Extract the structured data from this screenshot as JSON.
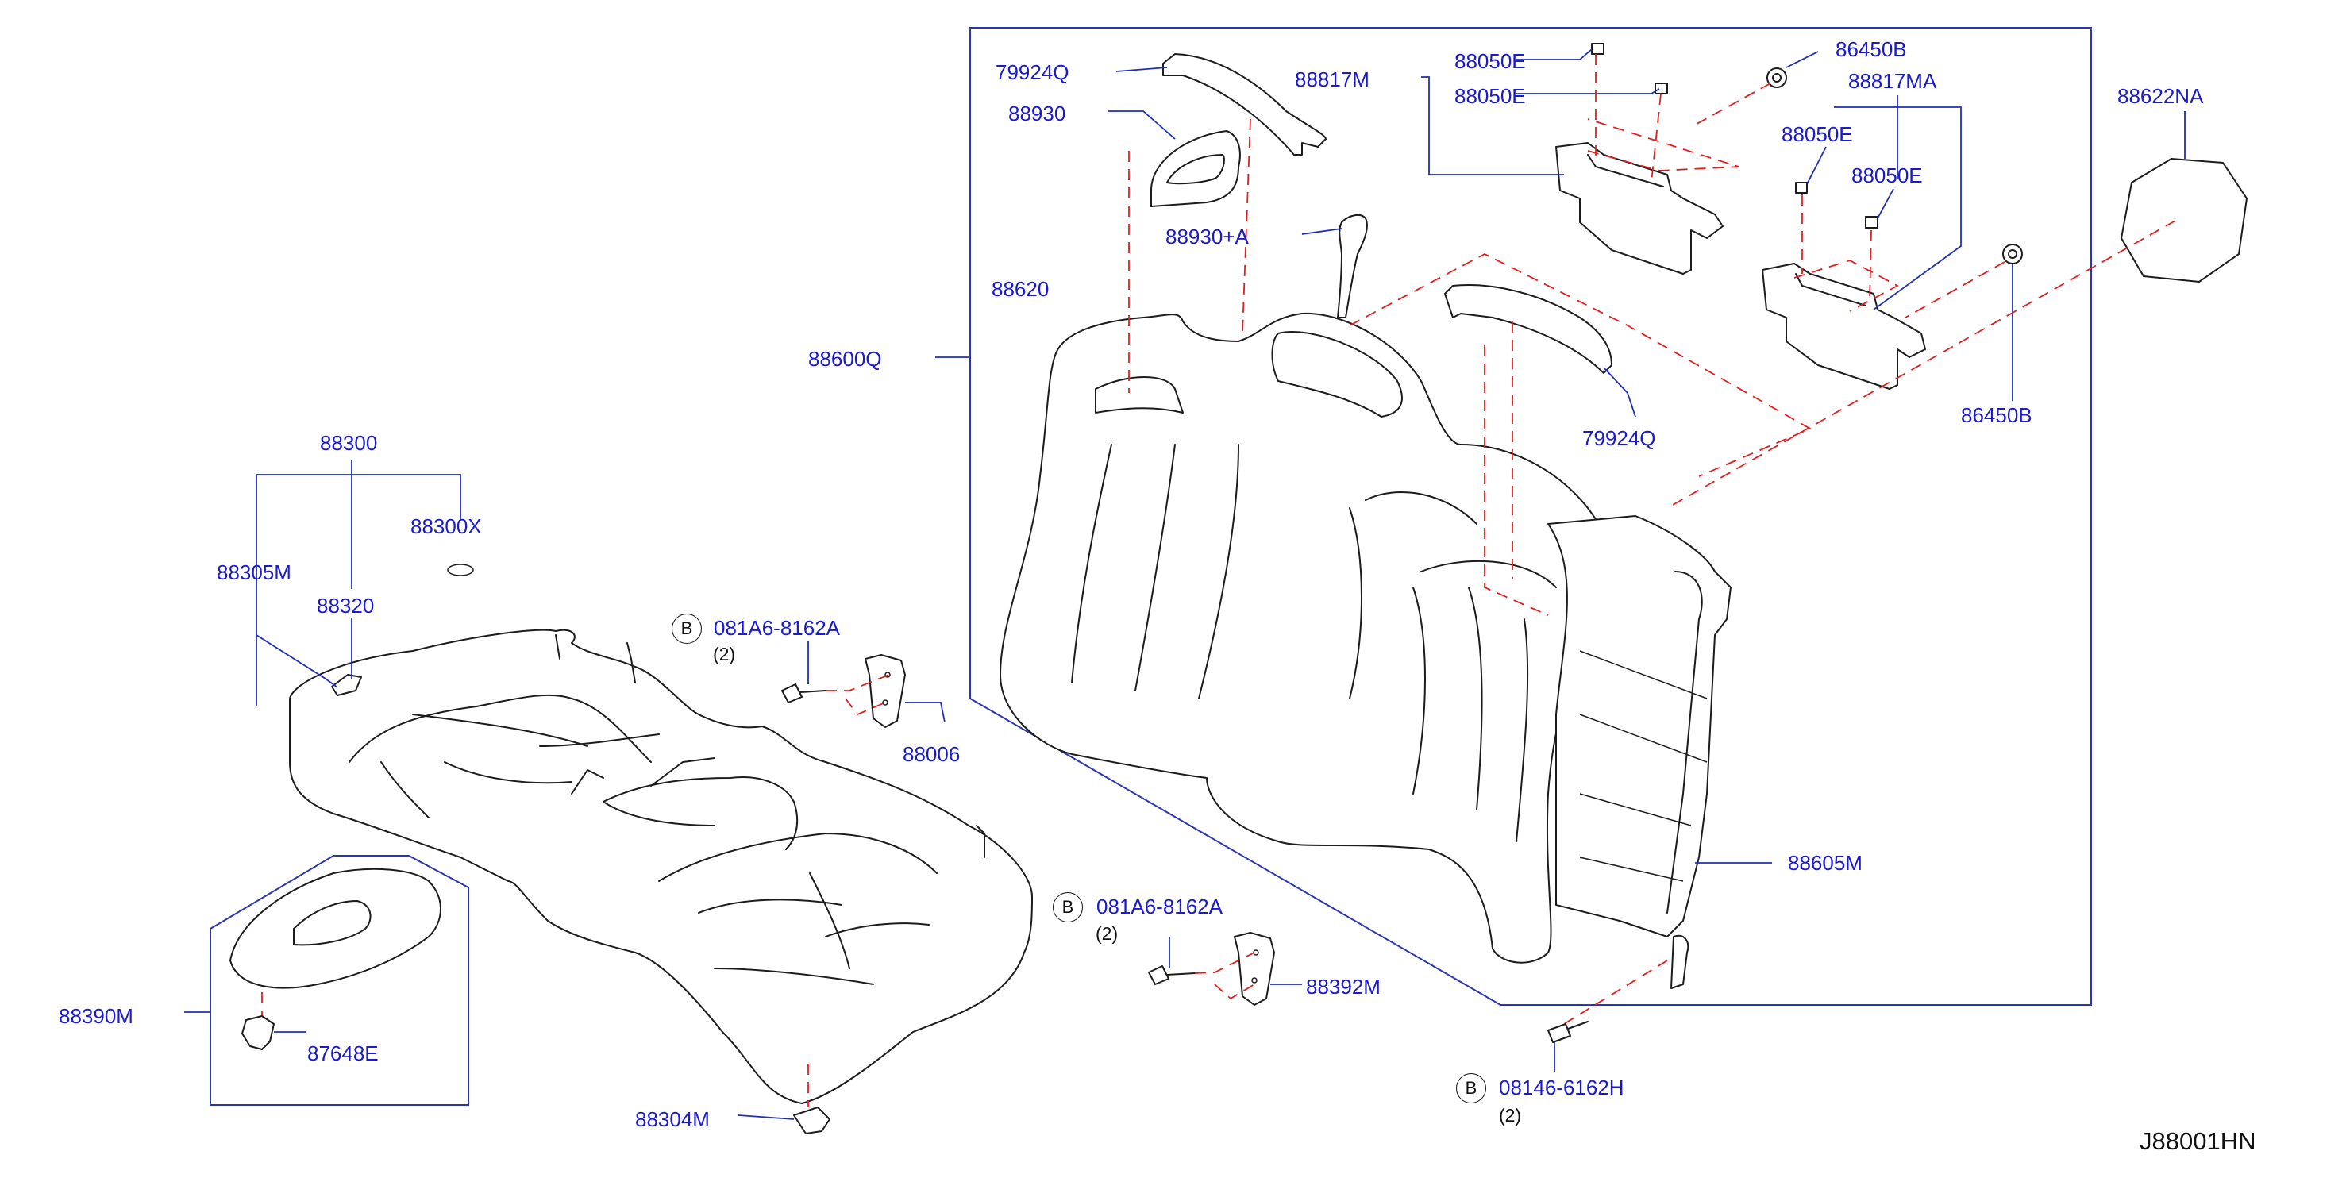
{
  "diagram": {
    "code": "J88001HN",
    "colors": {
      "label": "#1a1ad0",
      "leader": "#1f2fb8",
      "dashed": "#e02020",
      "lines": "#1c1c1c"
    },
    "labels": {
      "p79924q_top": "79924Q",
      "p88817m": "88817M",
      "p88930": "88930",
      "p88930a": "88930+A",
      "p88620": "88620",
      "p88600q": "88600Q",
      "p79924q_mid": "79924Q",
      "p88050e_1": "88050E",
      "p88050e_2": "88050E",
      "p86450b_top": "86450B",
      "p88817ma": "88817MA",
      "p88050e_3": "88050E",
      "p88050e_4": "88050E",
      "p86450b_bot": "86450B",
      "p88622na": "88622NA",
      "p88605m": "88605M",
      "p88300": "88300",
      "p88300x": "88300X",
      "p88305m": "88305M",
      "p88320": "88320",
      "p88006": "88006",
      "p88392m": "88392M",
      "p88390m": "88390M",
      "p87648e": "87648E",
      "p88304m": "88304M"
    },
    "bolts": [
      {
        "circle": "B",
        "part": "081A6-8162A",
        "qty": "(2)"
      },
      {
        "circle": "B",
        "part": "081A6-8162A",
        "qty": "(2)"
      },
      {
        "circle": "B",
        "part": "08146-6162H",
        "qty": "(2)"
      }
    ]
  }
}
